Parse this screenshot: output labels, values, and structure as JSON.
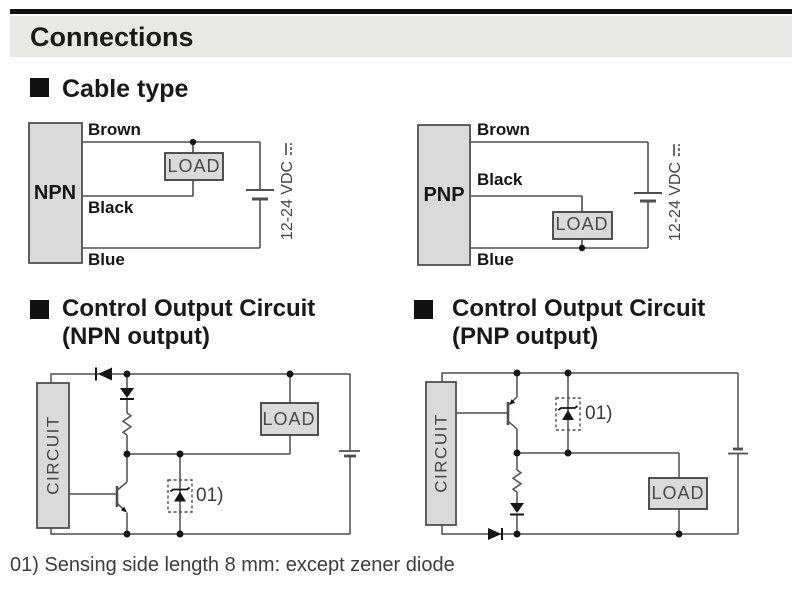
{
  "header": {
    "title": "Connections"
  },
  "cable_section": {
    "heading": "Cable type",
    "npn": {
      "device_label": "NPN",
      "brown_label": "Brown",
      "black_label": "Black",
      "blue_label": "Blue",
      "load_label": "LOAD",
      "supply_label": "12-24 VDC"
    },
    "pnp": {
      "device_label": "PNP",
      "brown_label": "Brown",
      "black_label": "Black",
      "blue_label": "Blue",
      "load_label": "LOAD",
      "supply_label": "12-24 VDC"
    }
  },
  "npn_output_section": {
    "heading": "Control Output Circuit",
    "subheading": "(NPN output)",
    "circuit_label": "CIRCUIT",
    "load_label": "LOAD",
    "note_ref": "01)"
  },
  "pnp_output_section": {
    "heading": "Control Output Circuit",
    "subheading": "(PNP output)",
    "circuit_label": "CIRCUIT",
    "load_label": "LOAD",
    "note_ref": "01)"
  },
  "footnote": "01) Sensing side length 8 mm: except zener diode"
}
